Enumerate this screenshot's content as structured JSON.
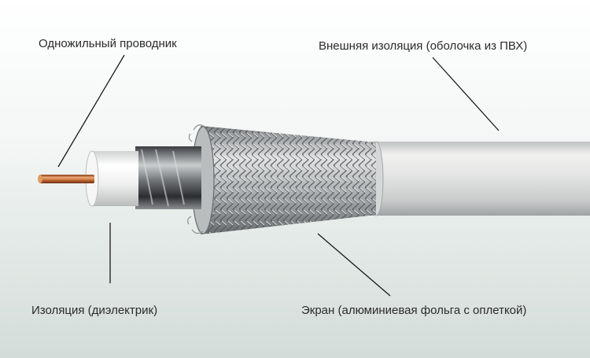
{
  "labels": {
    "conductor": "Одножильный проводник",
    "outer_insulation": "Внешняя изоляция (оболочка из ПВХ)",
    "insulation": "Изоляция (диэлектрик)",
    "screen": "Экран (алюминиевая фольга с оплеткой)"
  },
  "colors": {
    "copper": "#c8703a",
    "jacket": "#dcdcdc",
    "dielectric": "#f2f2f2",
    "braid": "#a9adae",
    "foil": "#6e7274",
    "leader": "#1a1a1a"
  }
}
